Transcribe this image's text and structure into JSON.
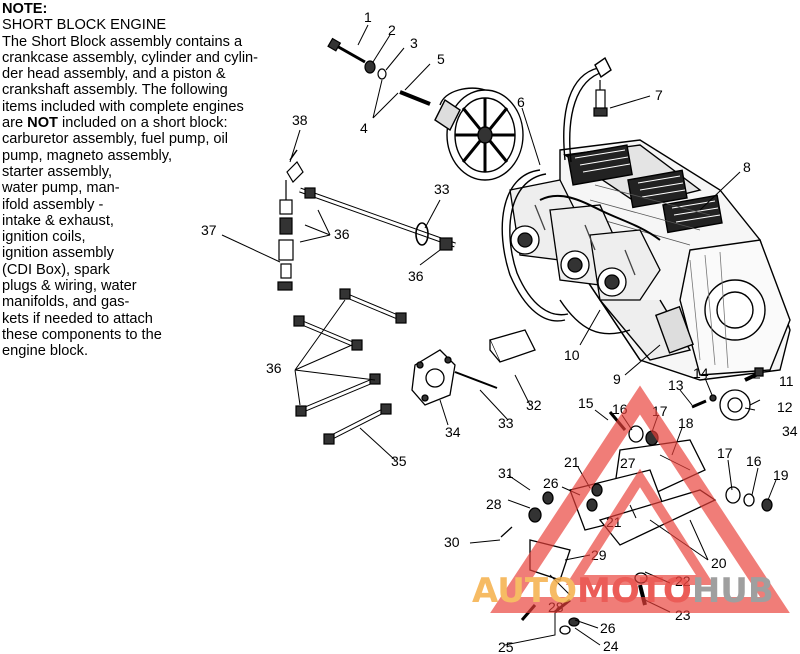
{
  "note": {
    "heading": "NOTE:",
    "lines": [
      "SHORT BLOCK ENGINE",
      "The Short Block assembly contains a",
      "crankcase assembly, cylinder and cylin-",
      "der head assembly, and a piston &",
      "crankshaft assembly.  The following",
      "items included with complete engines"
    ],
    "line7_pre": "are ",
    "line7_bold": "NOT",
    "line7_post": " included on a short block:",
    "lines_after": [
      "carburetor assembly, fuel pump, oil",
      "pump, magneto assembly,",
      "starter assembly,",
      "water pump, man-",
      "ifold assembly -",
      "intake & exhaust,",
      "ignition coils,",
      "ignition assembly",
      "(CDI Box), spark",
      "plugs & wiring, water",
      "manifolds, and gas-",
      "kets if needed to attach",
      "these components to the",
      "engine block."
    ]
  },
  "callouts": [
    {
      "id": "c1",
      "label": "1"
    },
    {
      "id": "c2",
      "label": "2"
    },
    {
      "id": "c3",
      "label": "3"
    },
    {
      "id": "c4",
      "label": "4"
    },
    {
      "id": "c5",
      "label": "5"
    },
    {
      "id": "c6",
      "label": "6"
    },
    {
      "id": "c7",
      "label": "7"
    },
    {
      "id": "c8",
      "label": "8"
    },
    {
      "id": "c9",
      "label": "9"
    },
    {
      "id": "c10",
      "label": "10"
    },
    {
      "id": "c11",
      "label": "11"
    },
    {
      "id": "c12",
      "label": "12"
    },
    {
      "id": "c13",
      "label": "13"
    },
    {
      "id": "c14",
      "label": "14"
    },
    {
      "id": "c15",
      "label": "15"
    },
    {
      "id": "c16a",
      "label": "16"
    },
    {
      "id": "c16b",
      "label": "16"
    },
    {
      "id": "c17a",
      "label": "17"
    },
    {
      "id": "c17b",
      "label": "17"
    },
    {
      "id": "c18",
      "label": "18"
    },
    {
      "id": "c19",
      "label": "19"
    },
    {
      "id": "c20",
      "label": "20"
    },
    {
      "id": "c21a",
      "label": "21"
    },
    {
      "id": "c21b",
      "label": "21"
    },
    {
      "id": "c22",
      "label": "22"
    },
    {
      "id": "c23",
      "label": "23"
    },
    {
      "id": "c24",
      "label": "24"
    },
    {
      "id": "c25",
      "label": "25"
    },
    {
      "id": "c26a",
      "label": "26"
    },
    {
      "id": "c26b",
      "label": "26"
    },
    {
      "id": "c27",
      "label": "27"
    },
    {
      "id": "c28a",
      "label": "28"
    },
    {
      "id": "c28b",
      "label": "28"
    },
    {
      "id": "c29",
      "label": "29"
    },
    {
      "id": "c30",
      "label": "30"
    },
    {
      "id": "c31",
      "label": "31"
    },
    {
      "id": "c32",
      "label": "32"
    },
    {
      "id": "c33a",
      "label": "33"
    },
    {
      "id": "c33b",
      "label": "33"
    },
    {
      "id": "c34a",
      "label": "34"
    },
    {
      "id": "c34b",
      "label": "34"
    },
    {
      "id": "c35",
      "label": "35"
    },
    {
      "id": "c36a",
      "label": "36"
    },
    {
      "id": "c36b",
      "label": "36"
    },
    {
      "id": "c36c",
      "label": "36"
    },
    {
      "id": "c37",
      "label": "37"
    },
    {
      "id": "c38",
      "label": "38"
    }
  ],
  "watermark": {
    "part1": "AUTO",
    "part2": "MOTO",
    "part3": "HUB",
    "color_orange": "#f5b04a",
    "color_red": "#e8403a",
    "color_gray": "#8f8f8f"
  }
}
